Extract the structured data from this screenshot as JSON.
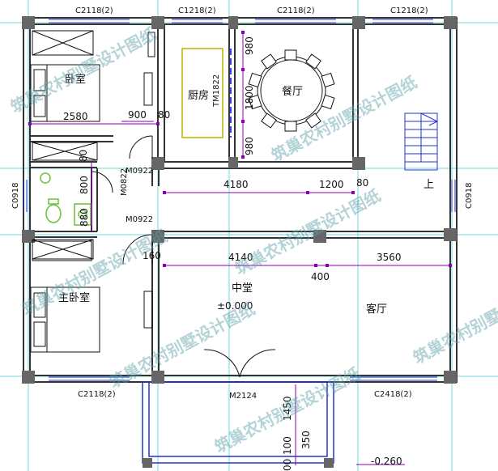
{
  "colors": {
    "wall": "#333333",
    "column": "#666666",
    "grid": "#00b7c7",
    "dim": "#8a00b3",
    "window": "#2233cc",
    "kitchen_bench": "#b8b300",
    "fixture": "#6fbf3a",
    "watermark": "#5aa0a8",
    "door": "#3344ee"
  },
  "windows": {
    "top_left": "C2118(2)",
    "top_kitchen": "C1218(2)",
    "top_dining": "C2118(2)",
    "top_stair": "C1218(2)",
    "bottom_left": "C2118(2)",
    "bottom_right": "C2418(2)",
    "left_bath": "C0918",
    "right_stair": "C0918"
  },
  "doors": {
    "bedroom": "M0922",
    "bath": "M0822",
    "master": "M0922",
    "main": "M2124",
    "kitchen": "TM1822"
  },
  "rooms": {
    "bedroom": "卧室",
    "master_bedroom": "主卧室",
    "kitchen": "厨房",
    "dining": "餐厅",
    "hall": "中堂",
    "living": "客厅",
    "stair_up": "上",
    "hall_level": "±0.000",
    "porch_level": "-0.260"
  },
  "dimensions": {
    "d2580": "2580",
    "d900": "900",
    "d80a": "80",
    "d80b": "80",
    "d80c": "80",
    "d980a": "980",
    "d1800": "1800",
    "d980b": "980",
    "d4180": "4180",
    "d1200": "1200",
    "d800": "800",
    "d880": "880",
    "d160": "160",
    "d4140": "4140",
    "d400": "400",
    "d3560": "3560",
    "d1450": "1450",
    "d350": "350",
    "d100": "100",
    "d00": "00"
  },
  "watermark": "筑巢农村别墅设计图纸"
}
